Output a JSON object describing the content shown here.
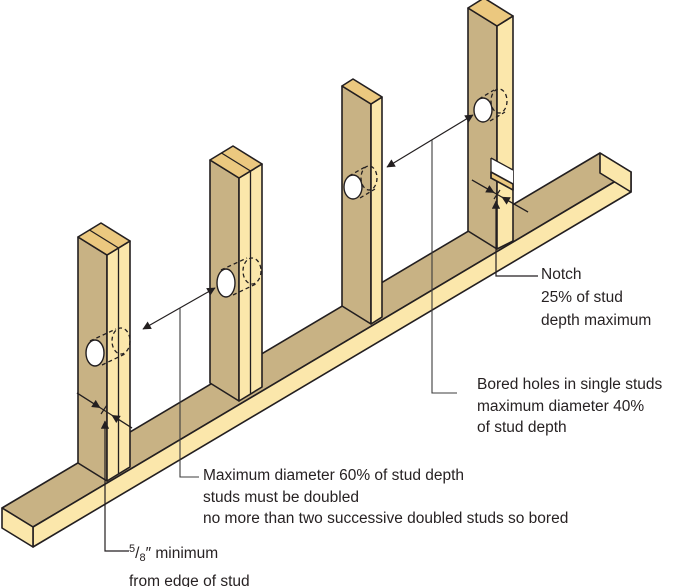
{
  "figure": {
    "type": "construction-framing-diagram",
    "subject": "Bored holes and notches in wall studs on a sole plate"
  },
  "colors": {
    "wood_dark": "#c8b284",
    "wood_light": "#fbe7ab",
    "wood_top": "#ebc87f",
    "outline": "#231f20"
  },
  "labels": {
    "notch": {
      "line1": "Notch",
      "line2": "25% of stud",
      "line3": "depth maximum"
    },
    "bored_single": {
      "line1": "Bored holes in single studs",
      "line2": "maximum diameter 40%",
      "line3": "of stud depth"
    },
    "bored_doubled": {
      "line1": "Maximum diameter 60% of stud depth",
      "line2": "studs must be doubled",
      "line3": "no more than two successive doubled studs so bored"
    },
    "edge_min": {
      "frac_num": "5",
      "frac_sep": "/",
      "frac_den": "8",
      "after_frac": "″ minimum",
      "line2": "from edge of stud"
    }
  }
}
